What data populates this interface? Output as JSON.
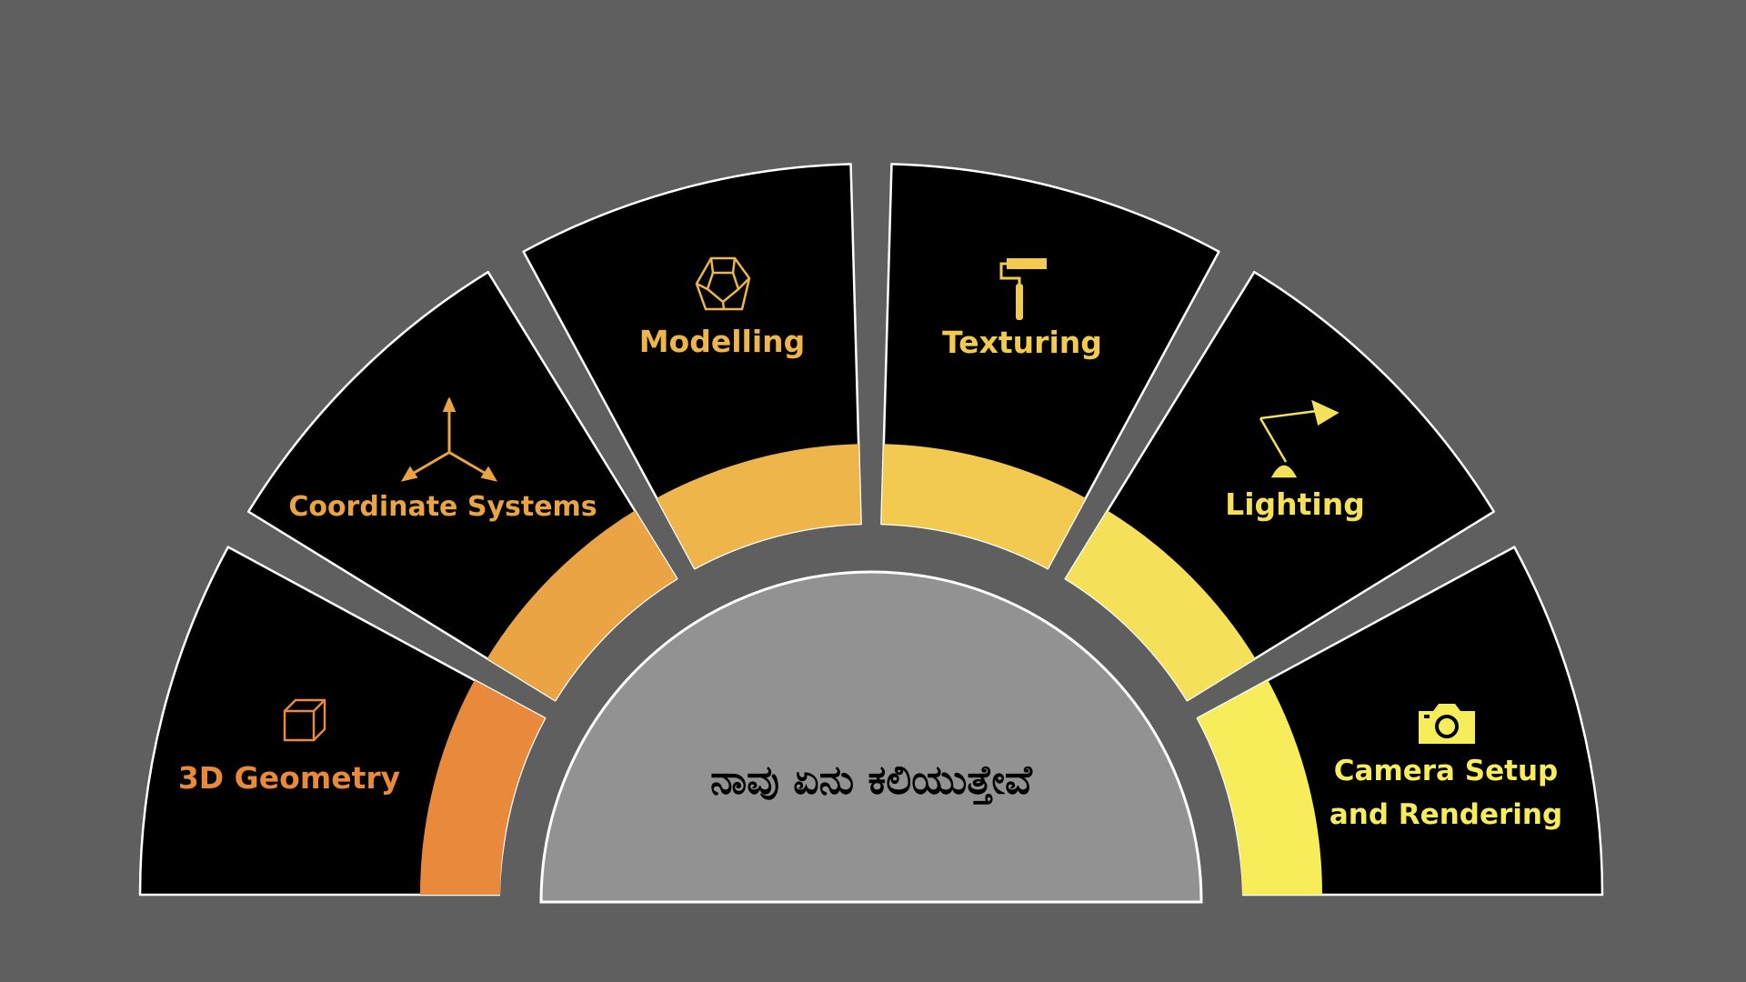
{
  "title": "ನಾವು ಏನು ಕಲಿಯುತ್ತೇವೆ",
  "colors": {
    "background": "#5f5f5f",
    "panel": "#000000",
    "center": "#929292"
  },
  "segments": [
    {
      "label": "3D Geometry",
      "icon": "cube-icon",
      "color": "#E8893B"
    },
    {
      "label": "Coordinate Systems",
      "icon": "axes-icon",
      "color": "#EAA444"
    },
    {
      "label": "Modelling",
      "icon": "dodecahedron-icon",
      "color": "#EDB54A"
    },
    {
      "label": "Texturing",
      "icon": "paint-roller-icon",
      "color": "#F2CA50"
    },
    {
      "label": "Lighting",
      "icon": "desk-lamp-icon",
      "color": "#F5E05A"
    },
    {
      "label": "Camera Setup and Rendering",
      "label_line1": "Camera Setup",
      "label_line2": "and Rendering",
      "icon": "camera-icon",
      "color": "#F7EC5A"
    }
  ]
}
